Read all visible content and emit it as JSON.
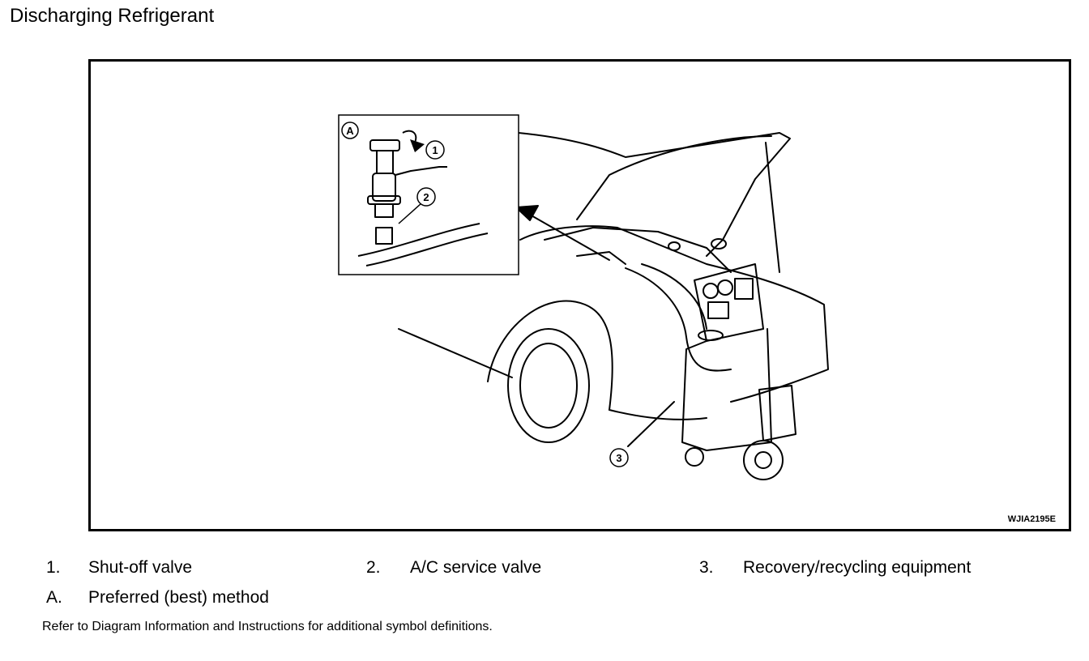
{
  "page": {
    "title": "Discharging Refrigerant",
    "figure_code": "WJIA2195E",
    "note": "Refer to Diagram Information and Instructions for additional symbol definitions."
  },
  "figure": {
    "callouts": [
      "1",
      "2",
      "3"
    ],
    "inset_label": "A"
  },
  "legend": [
    {
      "num": "1.",
      "text": "Shut-off valve"
    },
    {
      "num": "2.",
      "text": "A/C service valve"
    },
    {
      "num": "3.",
      "text": "Recovery/recycling equipment"
    },
    {
      "num": "A.",
      "text": "Preferred (best) method"
    }
  ]
}
